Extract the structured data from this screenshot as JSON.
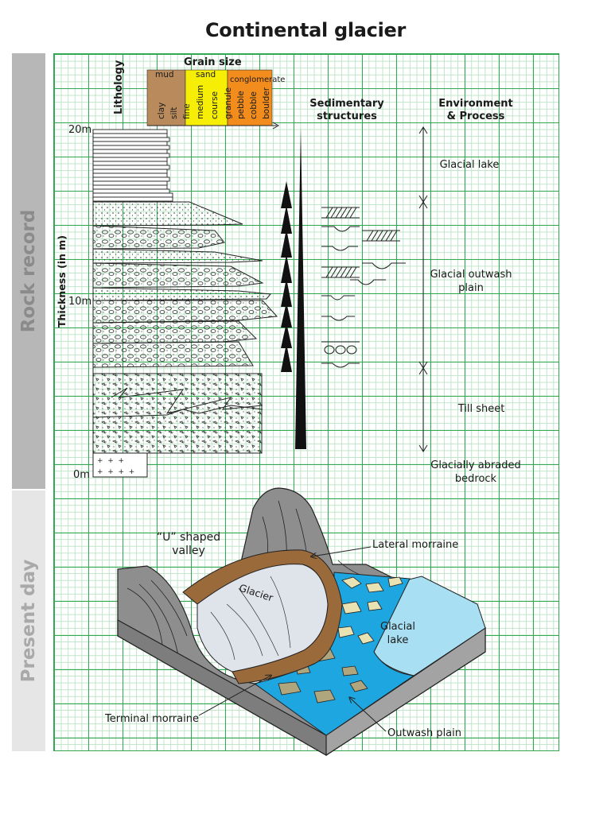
{
  "title": "Continental glacier",
  "sections": {
    "rock_record": "Rock record",
    "present_day": "Present day"
  },
  "column": {
    "lithology": "Lithology",
    "grain_size": "Grain size",
    "thickness_axis": "Thickness (in m)",
    "ticks": [
      "20m",
      "10m",
      "0m"
    ],
    "grain_classes": {
      "mud": "mud",
      "sand": "sand",
      "conglomerate": "conglomerate"
    },
    "grain_sizes": [
      "clay",
      "silt",
      "fine",
      "medium",
      "course",
      "granule",
      "pebble",
      "cobble",
      "boulder"
    ]
  },
  "structures_heading": "Sedimentary structures",
  "environment_heading": "Environment & Process",
  "environments": {
    "glacial_lake": "Glacial lake",
    "outwash": "Glacial outwash plain",
    "till": "Till sheet",
    "bedrock": "Glacially abraded bedrock"
  },
  "landscape": {
    "u_valley": "“U” shaped valley",
    "lateral_morraine": "Lateral morraine",
    "glacier": "Glacier",
    "glacial_lake": "Glacial lake",
    "terminal_morraine": "Terminal morraine",
    "outwash_plain": "Outwash plain"
  },
  "colors": {
    "mud": "#b98a5c",
    "sand": "#f6ee05",
    "conglomerate": "#f28c1d",
    "grid": "#33a852",
    "lake": "#a8dff3",
    "outwash_water": "#1ea6e0",
    "morraine": "#9a6a3a"
  }
}
